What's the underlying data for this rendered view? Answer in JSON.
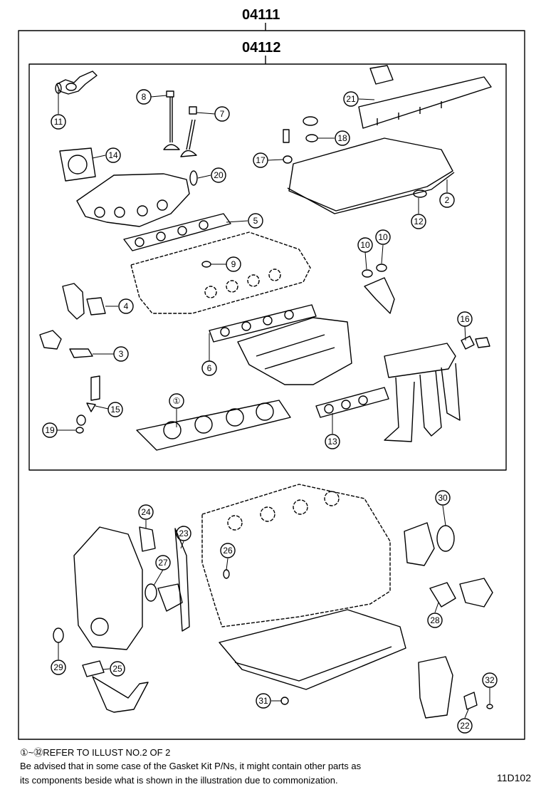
{
  "kit": {
    "outer_part_number": "04111",
    "inner_part_number": "04112"
  },
  "callouts": [
    {
      "num": "1",
      "label": "①"
    },
    {
      "num": "2",
      "label": "2"
    },
    {
      "num": "3",
      "label": "3"
    },
    {
      "num": "4",
      "label": "4"
    },
    {
      "num": "5",
      "label": "5"
    },
    {
      "num": "6",
      "label": "6"
    },
    {
      "num": "7",
      "label": "7"
    },
    {
      "num": "8",
      "label": "8"
    },
    {
      "num": "9",
      "label": "9"
    },
    {
      "num": "10a",
      "label": "10"
    },
    {
      "num": "10b",
      "label": "10"
    },
    {
      "num": "11",
      "label": "11"
    },
    {
      "num": "12",
      "label": "12"
    },
    {
      "num": "13",
      "label": "13"
    },
    {
      "num": "14",
      "label": "14"
    },
    {
      "num": "15",
      "label": "15"
    },
    {
      "num": "16",
      "label": "16"
    },
    {
      "num": "17",
      "label": "17"
    },
    {
      "num": "18",
      "label": "18"
    },
    {
      "num": "19",
      "label": "19"
    },
    {
      "num": "20",
      "label": "20"
    },
    {
      "num": "21",
      "label": "21"
    },
    {
      "num": "22",
      "label": "22"
    },
    {
      "num": "23",
      "label": "23"
    },
    {
      "num": "24",
      "label": "24"
    },
    {
      "num": "25",
      "label": "25"
    },
    {
      "num": "26",
      "label": "26"
    },
    {
      "num": "27",
      "label": "27"
    },
    {
      "num": "28",
      "label": "28"
    },
    {
      "num": "29",
      "label": "29"
    },
    {
      "num": "30",
      "label": "30"
    },
    {
      "num": "31",
      "label": "31"
    },
    {
      "num": "32",
      "label": "32"
    }
  ],
  "footer": {
    "ref_line": "①~㉜REFER TO ILLUST NO.2 OF 2",
    "note_line_1": "Be advised that in some case of the Gasket Kit P/Ns,  it might contain other parts as",
    "note_line_2": "its components beside what is shown in the illustration due to commonization.",
    "figure_id": "11D102"
  }
}
